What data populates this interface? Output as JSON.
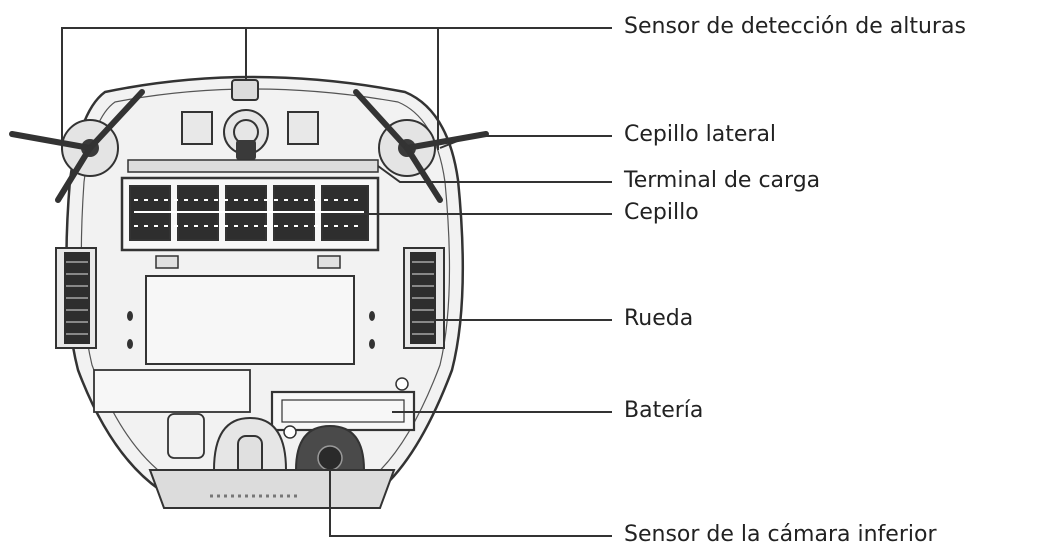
{
  "labels": {
    "height_sensor": "Sensor de detección de alturas",
    "side_brush": "Cepillo lateral",
    "charge_terminal": "Terminal de carga",
    "brush": "Cepillo",
    "wheel": "Rueda",
    "battery": "Batería",
    "bottom_camera_sensor": "Sensor de la cámara inferior"
  },
  "colors": {
    "line": "#333333",
    "body_fill": "#f2f2f2",
    "dark": "#3a3a3a",
    "text": "#222222"
  }
}
